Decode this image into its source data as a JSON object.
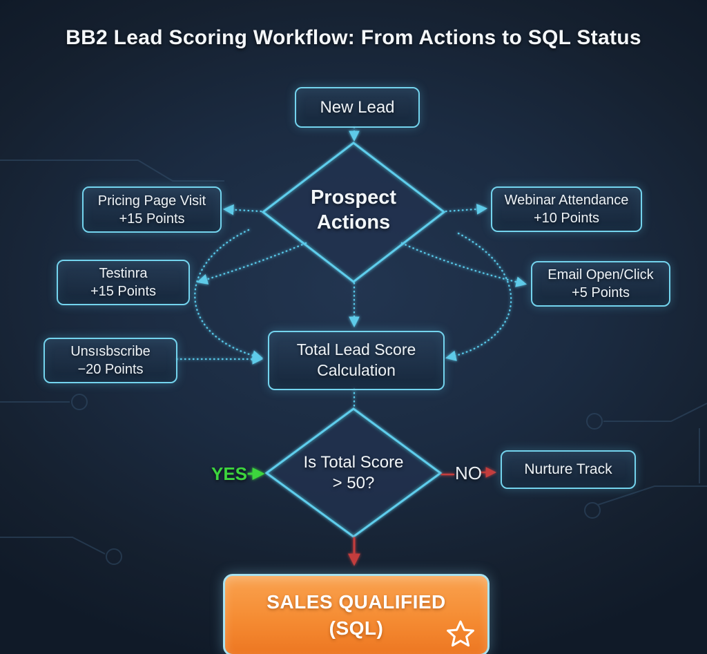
{
  "title": "BB2 Lead Scoring Workflow: From Actions to SQL Status",
  "nodes": {
    "new_lead": {
      "label": "New Lead"
    },
    "prospect_actions": {
      "line1": "Prospect",
      "line2": "Actions"
    },
    "pricing": {
      "line1": "Pricing Page Visit",
      "line2": "+15 Points"
    },
    "webinar": {
      "line1": "Webinar Attendance",
      "line2": "+10 Points"
    },
    "testinra": {
      "line1": "Testinra",
      "line2": "+15 Points"
    },
    "email": {
      "line1": "Email Open/Click",
      "line2": "+5 Points"
    },
    "unsubscribe": {
      "line1": "Unsısbscribe",
      "line2": "−20 Points"
    },
    "calc": {
      "line1": "Total Lead Score",
      "line2": "Calculation"
    },
    "score_decision": {
      "line1": "Is Total Score",
      "line2": "> 50?"
    },
    "nurture": {
      "label": "Nurture Track"
    },
    "sql": {
      "line1": "SALES QUALIFIED",
      "line2": "(SQL)"
    }
  },
  "edges": {
    "yes_label": "YES",
    "no_label": "NO"
  },
  "icons": {
    "sql_badge": {
      "name": "star-icon",
      "glyph": "☆"
    }
  },
  "colors": {
    "background": "#1b2b41",
    "accent_cyan": "#74d4ee",
    "diamond_stroke": "#5ecdec",
    "yes_green": "#3dd53d",
    "no_red": "#c43d3d",
    "sql_orange_top": "#f9a24f",
    "sql_orange_bottom": "#ed7722",
    "text": "#eef3f7"
  }
}
